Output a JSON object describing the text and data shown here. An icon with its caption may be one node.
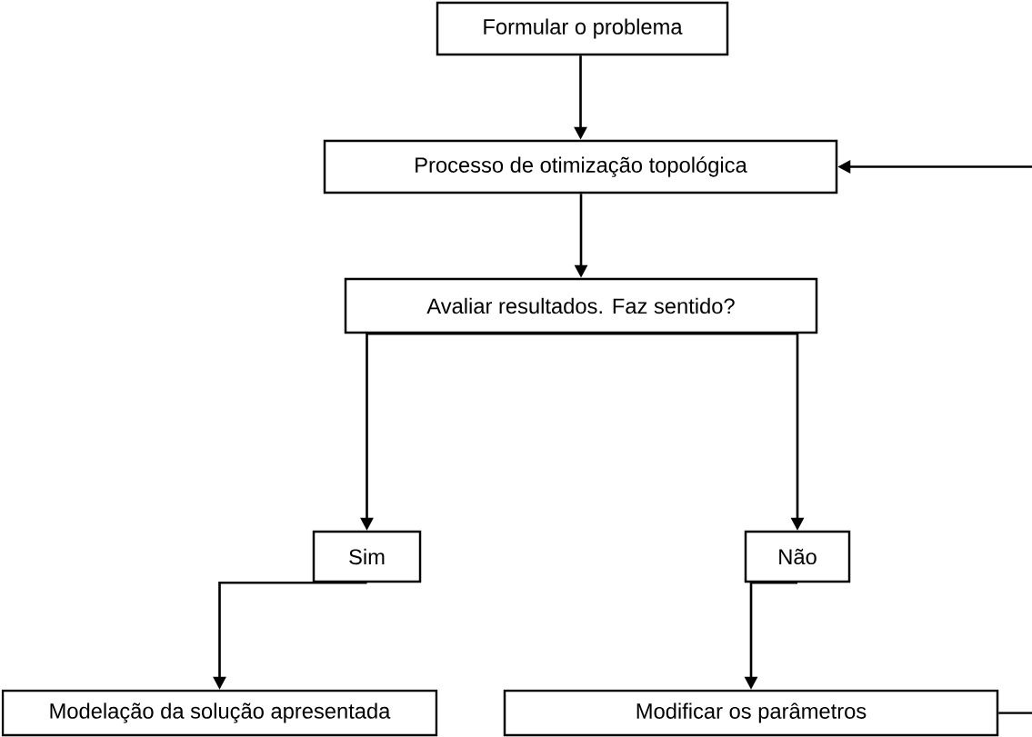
{
  "diagram": {
    "nodes": [
      {
        "text": [
          "Formular o problema"
        ]
      },
      {
        "text": [
          "Processo de otimização topológica"
        ]
      },
      {
        "text": [
          "Avaliar resultados. Faz sentido?"
        ]
      },
      {
        "text": [
          "Sim"
        ]
      },
      {
        "text": [
          "Não"
        ]
      },
      {
        "text": [
          "Modelação da solução apresentada"
        ]
      },
      {
        "text": [
          "Modificar os parâmetros"
        ]
      }
    ],
    "edges": [
      {
        "from": 0,
        "to": 1,
        "arrow": "to"
      },
      {
        "from": 1,
        "to": 2,
        "arrow": "to"
      },
      {
        "from": 2,
        "to": 3,
        "arrow": "to"
      },
      {
        "from": 2,
        "to": 4,
        "arrow": "to"
      },
      {
        "from": 3,
        "to": 5,
        "arrow": "to"
      },
      {
        "from": 4,
        "to": 6,
        "arrow": "to"
      },
      {
        "from": 6,
        "to": null,
        "arrow": "none"
      },
      {
        "from": null,
        "to": 1,
        "arrow": "to"
      }
    ]
  }
}
